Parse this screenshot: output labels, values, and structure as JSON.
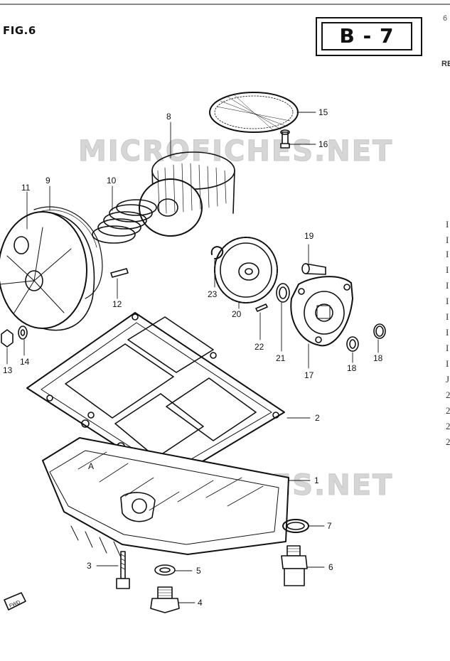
{
  "figure": {
    "title": "FIG.6",
    "ref_code": "B - 7"
  },
  "corner": {
    "page_num": "6",
    "right_heading": "RE"
  },
  "watermarks": [
    "MICROFICHES.NET",
    "MICROFICHES.NET"
  ],
  "parts": [
    {
      "id": "p1",
      "number": "1",
      "name": "oil-pan"
    },
    {
      "id": "p2",
      "number": "2",
      "name": "oil-pan-gasket"
    },
    {
      "id": "p3",
      "number": "3",
      "name": "oil-pan-bolt"
    },
    {
      "id": "p4",
      "number": "4",
      "name": "drain-plug"
    },
    {
      "id": "p5",
      "number": "5",
      "name": "drain-plug-gasket"
    },
    {
      "id": "p6",
      "number": "6",
      "name": "oil-pressure-switch-union"
    },
    {
      "id": "p7",
      "number": "7",
      "name": "union-o-ring"
    },
    {
      "id": "p8",
      "number": "8",
      "name": "oil-filter-element"
    },
    {
      "id": "p9",
      "number": "9",
      "name": "filter-cap-o-ring"
    },
    {
      "id": "p10",
      "number": "10",
      "name": "filter-spring"
    },
    {
      "id": "p11",
      "number": "11",
      "name": "oil-filter-cap"
    },
    {
      "id": "p12",
      "number": "12",
      "name": "cap-stud"
    },
    {
      "id": "p13",
      "number": "13",
      "name": "cap-nut"
    },
    {
      "id": "p14",
      "number": "14",
      "name": "cap-washer"
    },
    {
      "id": "p15",
      "number": "15",
      "name": "oil-strainer"
    },
    {
      "id": "p16",
      "number": "16",
      "name": "strainer-screw"
    },
    {
      "id": "p17",
      "number": "17",
      "name": "oil-pump"
    },
    {
      "id": "p18",
      "number": "18",
      "name": "pump-o-ring-large"
    },
    {
      "id": "p18b",
      "number": "18",
      "name": "pump-o-ring-small"
    },
    {
      "id": "p19",
      "number": "19",
      "name": "pump-screw"
    },
    {
      "id": "p20",
      "number": "20",
      "name": "pump-drive-gear"
    },
    {
      "id": "p21",
      "number": "21",
      "name": "pump-shim"
    },
    {
      "id": "p22",
      "number": "22",
      "name": "gear-pin"
    },
    {
      "id": "p23",
      "number": "23",
      "name": "circlip"
    }
  ],
  "markers": {
    "pan_mark": "A",
    "front_arrow": "FWD"
  },
  "right_edge_glyphs": [
    "I",
    "I",
    "I",
    "I",
    "I",
    "I",
    "I",
    "I",
    "I",
    "I",
    "J",
    "2",
    "2",
    "2",
    "2"
  ]
}
